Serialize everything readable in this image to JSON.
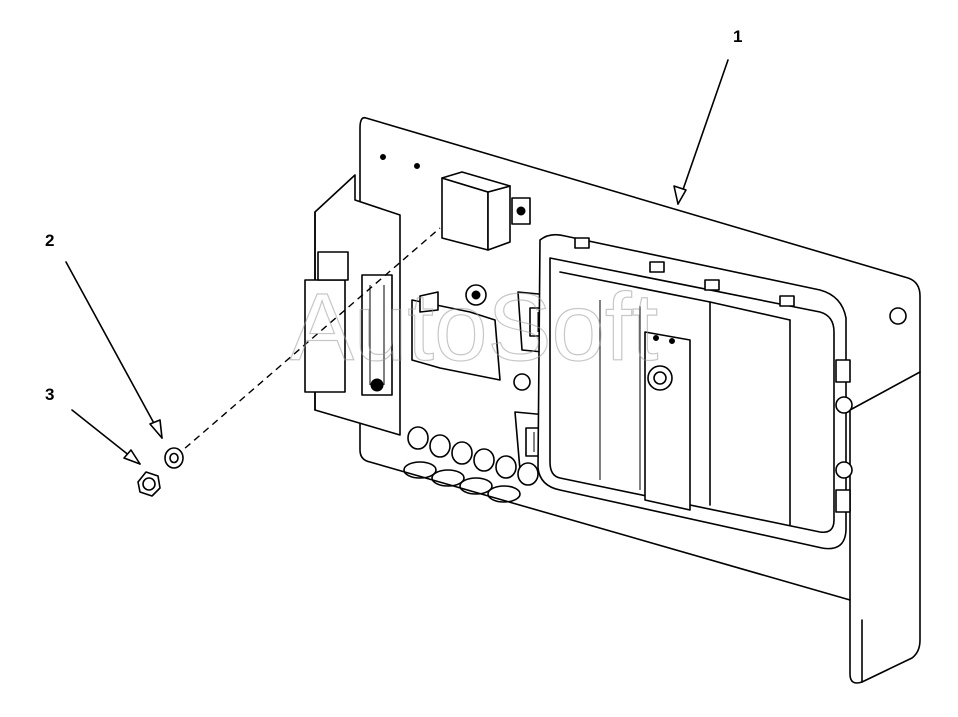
{
  "callouts": [
    {
      "id": "1",
      "label": "1"
    },
    {
      "id": "2",
      "label": "2"
    },
    {
      "id": "3",
      "label": "3"
    }
  ],
  "watermark": "AutoSoft",
  "colors": {
    "line": "#000000",
    "background": "#ffffff",
    "watermark": "#9a9a9a"
  }
}
